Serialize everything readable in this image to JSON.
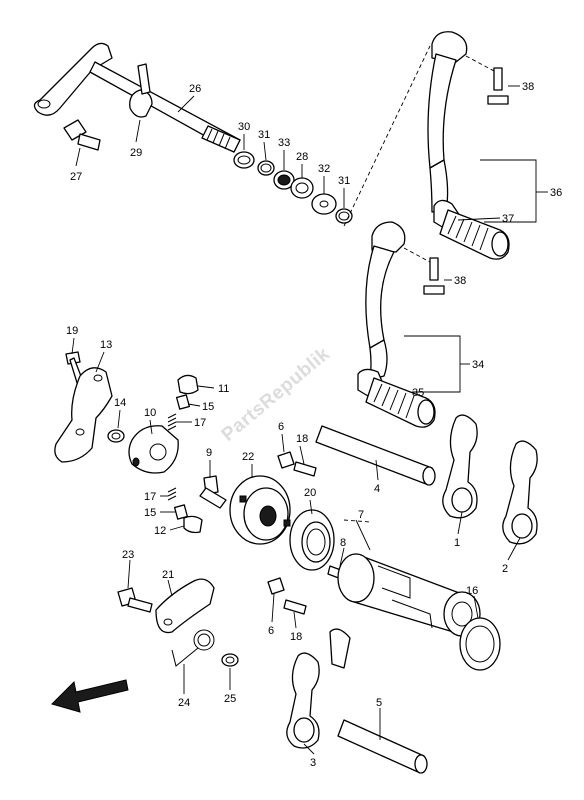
{
  "watermark": "PartsRepublik",
  "callouts": [
    "26",
    "27",
    "29",
    "30",
    "31",
    "33",
    "28",
    "32",
    "31",
    "38",
    "36",
    "37",
    "38",
    "34",
    "35",
    "19",
    "13",
    "11",
    "15",
    "17",
    "10",
    "14",
    "6",
    "18",
    "9",
    "22",
    "4",
    "20",
    "17",
    "15",
    "12",
    "7",
    "8",
    "1",
    "2",
    "23",
    "21",
    "16",
    "6",
    "18",
    "24",
    "25",
    "5",
    "3"
  ]
}
